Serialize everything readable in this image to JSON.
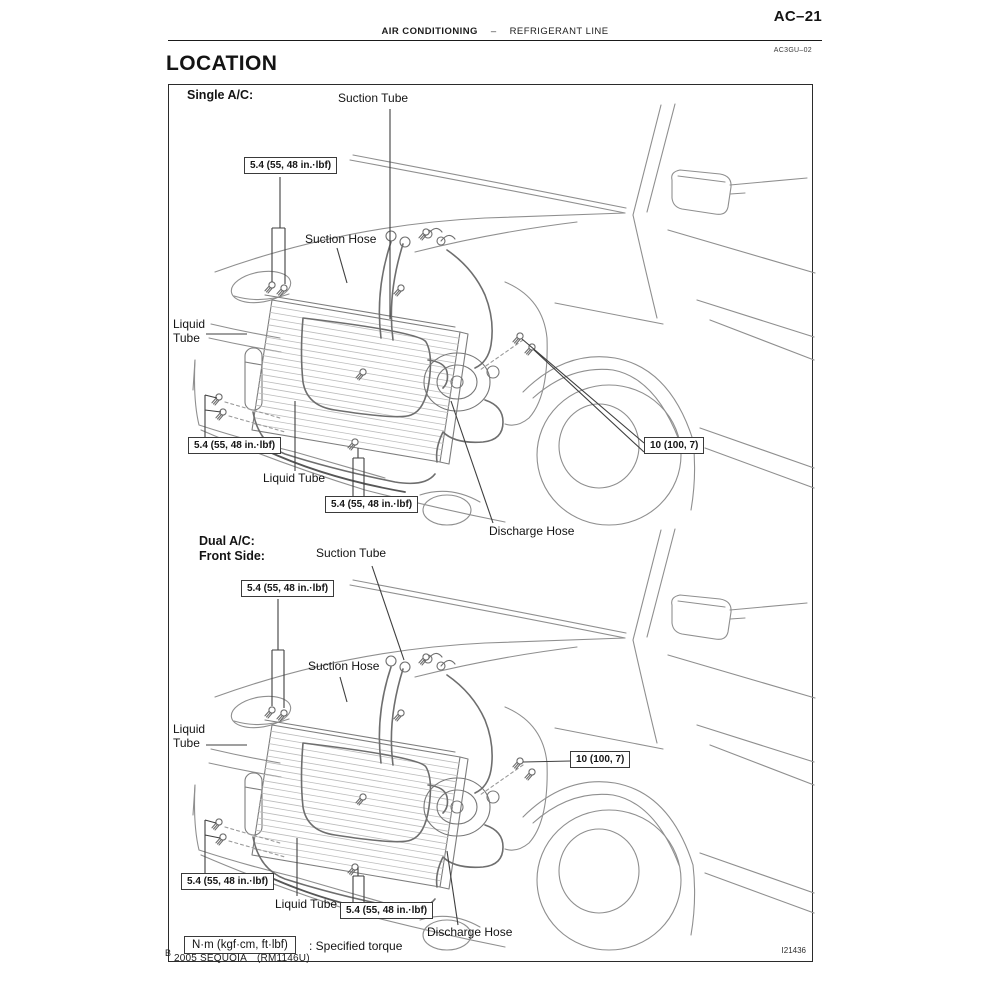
{
  "page": {
    "number": "AC–21",
    "section": "AIR CONDITIONING",
    "separator": "–",
    "subsection": "REFRIGERANT LINE",
    "doc_code": "AC3GU–02",
    "title": "LOCATION",
    "figure_id": "I21436",
    "footer_mark": "B",
    "footer_model": "2005 SEQUOIA",
    "footer_manual": "(RM1146U)"
  },
  "legend": {
    "unit_box": "N·m (kgf·cm, ft·lbf)",
    "description": ": Specified torque"
  },
  "torques": {
    "small": "5.4 (55, 48 in.·lbf)",
    "large": "10 (100, 7)"
  },
  "single_ac": {
    "heading": "Single A/C:",
    "suction_tube": "Suction Tube",
    "suction_hose": "Suction Hose",
    "liquid_tube_left": "Liquid Tube",
    "liquid_tube_bottom": "Liquid Tube",
    "discharge_hose": "Discharge Hose"
  },
  "dual_ac": {
    "heading_line1": "Dual A/C:",
    "heading_line2": "Front Side:",
    "suction_tube": "Suction Tube",
    "suction_hose": "Suction Hose",
    "liquid_tube_left": "Liquid Tube",
    "liquid_tube_bottom": "Liquid Tube",
    "discharge_hose": "Discharge Hose"
  }
}
